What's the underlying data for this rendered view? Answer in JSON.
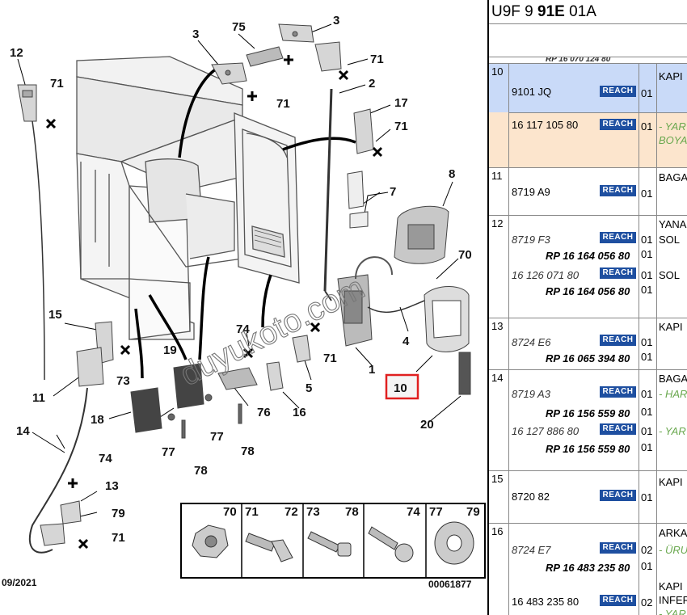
{
  "diagram": {
    "callouts": [
      "1",
      "2",
      "3",
      "3",
      "4",
      "5",
      "7",
      "8",
      "10",
      "11",
      "12",
      "13",
      "14",
      "15",
      "16",
      "17",
      "18",
      "19",
      "20",
      "70",
      "71",
      "71",
      "71",
      "71",
      "71",
      "71",
      "72",
      "73",
      "73",
      "74",
      "74",
      "75",
      "76",
      "77",
      "77",
      "77",
      "78",
      "78",
      "78",
      "79"
    ],
    "labels": {
      "n1": "1",
      "n2": "2",
      "n3a": "3",
      "n3b": "3",
      "n4": "4",
      "n5": "5",
      "n7": "7",
      "n8": "8",
      "n10": "10",
      "n11": "11",
      "n12": "12",
      "n13": "13",
      "n14": "14",
      "n15": "15",
      "n16": "16",
      "n17": "17",
      "n18": "18",
      "n19": "19",
      "n20": "20",
      "n70": "70",
      "n71a": "71",
      "n71b": "71",
      "n71c": "71",
      "n71d": "71",
      "n71e": "71",
      "n71f": "71",
      "n73": "73",
      "n74a": "74",
      "n74b": "74",
      "n75": "75",
      "n76": "76",
      "n77a": "77",
      "n77b": "77",
      "n78a": "78",
      "n78b": "78"
    },
    "hardware_legend": {
      "c70": "70",
      "c71": "71",
      "c72": "72",
      "c73": "73",
      "c78": "78",
      "c74": "74",
      "c77": "77",
      "c79": "79"
    },
    "date_code": "09/2021",
    "drawing_number": "00061877",
    "watermark": "duyukoto.com",
    "highlight_color": "#e02020"
  },
  "panel": {
    "header_prefix": "U9F 9 ",
    "header_bold": "91E",
    "header_suffix": " 01A",
    "cut_text": "RP 16 070 124 80",
    "badge": "REACH",
    "groups": [
      {
        "no": "10",
        "rows": [
          {
            "ref": "9101 JQ",
            "qty": "01",
            "desc": "KAPI",
            "bg": "#c9daf8"
          },
          {
            "ref": "16 117 105 80",
            "qty": "01",
            "desc1": "- YAR",
            "desc2": "BOYA",
            "bg": "#fce5cd"
          }
        ]
      },
      {
        "no": "11",
        "ref": "8719 A9",
        "qty": "01",
        "desc": "BAGA"
      },
      {
        "no": "12",
        "ref1": "8719 F3",
        "qty1": "01",
        "desc1": "YANA",
        "desc1b": "SOL",
        "rp1": "RP 16 164 056 80",
        "qty1b": "01",
        "ref2": "16 126 071 80",
        "qty2": "01",
        "desc2": "SOL",
        "rp2": "RP 16 164 056 80",
        "qty2b": "01"
      },
      {
        "no": "13",
        "ref": "8724 E6",
        "qty": "01",
        "desc": "KAPI",
        "rp": "RP 16 065 394 80",
        "qtyb": "01"
      },
      {
        "no": "14",
        "ref1": "8719 A3",
        "qty1": "01",
        "desc": "BAGA",
        "desc1": "- HAR",
        "rp1": "RP 16 156 559 80",
        "qty1b": "01",
        "ref2": "16 127 886 80",
        "qty2": "01",
        "desc2": "- YAR",
        "rp2": "RP 16 156 559 80",
        "qty2b": "01"
      },
      {
        "no": "15",
        "ref": "8720 82",
        "qty": "01",
        "desc": "KAPI"
      },
      {
        "no": "16",
        "ref1": "8724 E7",
        "qty1": "02",
        "desc": "ARKA",
        "desc1": "- ÜRU",
        "rp1": "RP 16 483 235 80",
        "qty1b": "01",
        "desc2": "KAPI",
        "desc2b": "INFER",
        "ref2": "16 483 235 80",
        "qty2": "02",
        "desc2c": "- YAR"
      }
    ]
  }
}
